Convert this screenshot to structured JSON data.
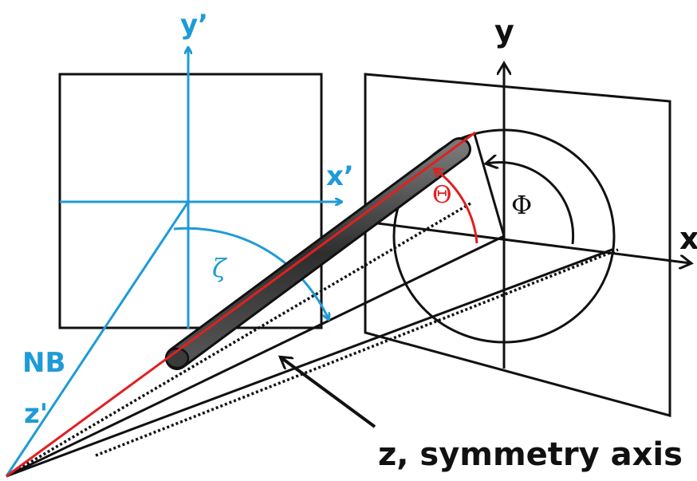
{
  "colors": {
    "black": "#111111",
    "blue": "#1e9bd7",
    "red": "#e02020",
    "rod": "#4a4a4a"
  },
  "labels": {
    "y_prime": "y’",
    "x_prime": "x’",
    "zeta": "ζ",
    "nb": "NB",
    "z_prime": "z'",
    "y": "y",
    "x": "x",
    "theta": "Θ",
    "phi": "Φ",
    "z_axis": "z, symmetry axis"
  }
}
